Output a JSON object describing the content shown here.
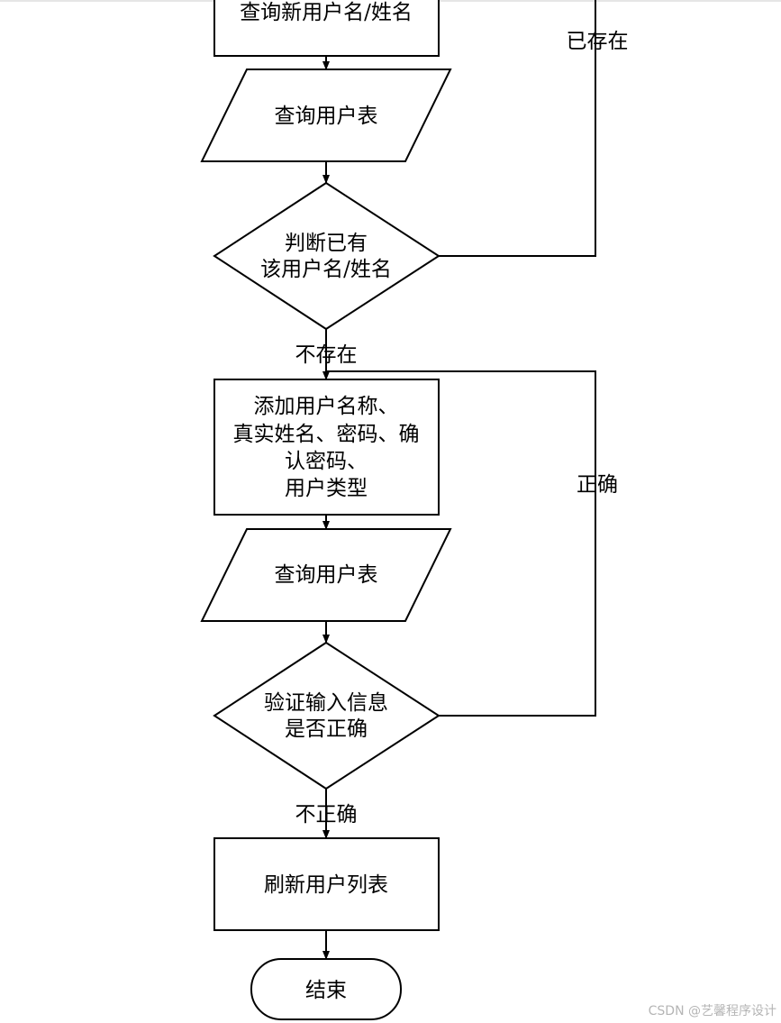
{
  "nodes": {
    "query_new_user": "查询新用户名/姓名",
    "query_table_1": "查询用户表",
    "check_exists": [
      "判断已有",
      "该用户名/姓名"
    ],
    "add_user": [
      "添加用户名称、",
      "真实姓名、密码、确",
      "认密码、",
      "用户类型"
    ],
    "query_table_2": "查询用户表",
    "validate": [
      "验证输入信息",
      "是否正确"
    ],
    "refresh": "刷新用户列表",
    "end": "结束"
  },
  "edges": {
    "exists": "已存在",
    "not_exists": "不存在",
    "correct": "正确",
    "incorrect": "不正确"
  },
  "watermark": "CSDN @艺馨程序设计"
}
